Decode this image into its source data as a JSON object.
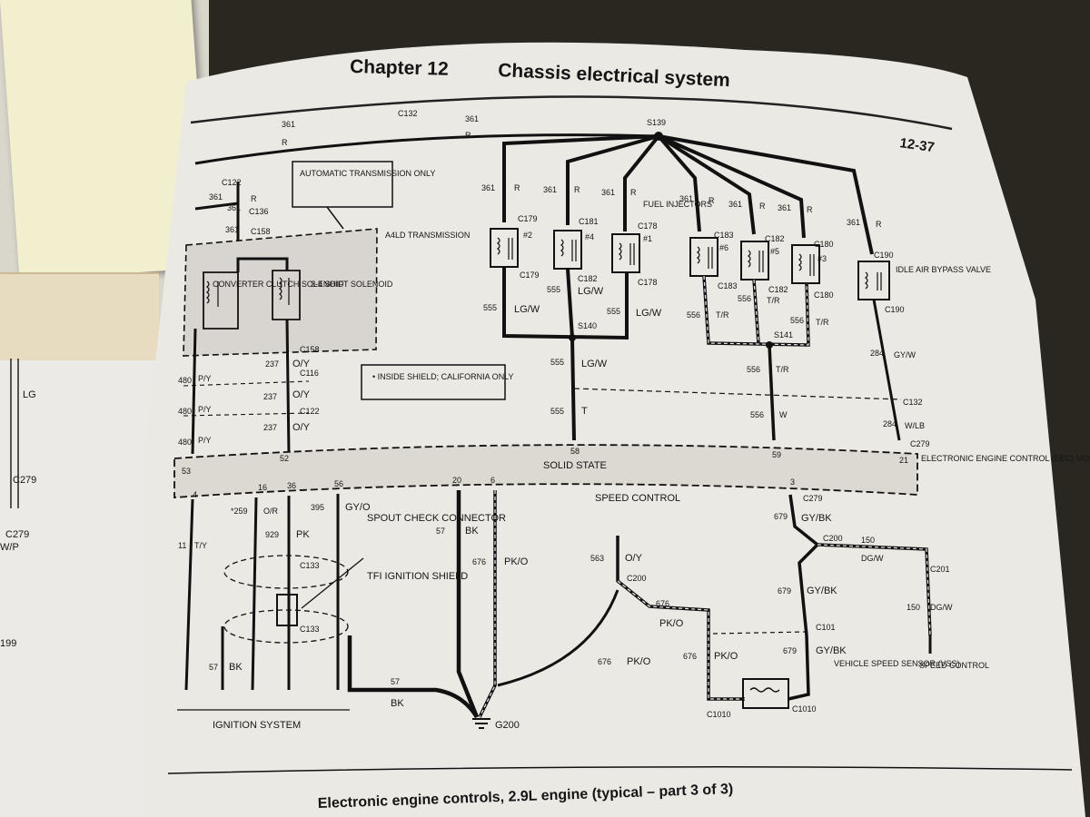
{
  "header": {
    "chapter": "Chapter 12",
    "title": "Chassis electrical system",
    "page_number": "12-37"
  },
  "caption": "Electronic engine controls, 2.9L engine (typical – part 3 of 3)",
  "side_page": {
    "labels": [
      "LG",
      "C279",
      "C279",
      "W/P",
      "199"
    ]
  },
  "notes": {
    "auto_trans": "AUTOMATIC TRANSMISSION ONLY",
    "inside_shield": "INSIDE SHIELD; CALIFORNIA ONLY"
  },
  "blocks": {
    "a4ld": "A4LD TRANSMISSION",
    "converter": "CONVERTER CLUTCH SOLENOID",
    "shift": "3-4 SHIFT SOLENOID",
    "fuel_injectors": "FUEL INJECTORS",
    "idle_air": "IDLE AIR BYPASS VALVE",
    "eec": "ELECTRONIC ENGINE CONTROL (EEC) MODULE",
    "solid_state": "SOLID STATE",
    "speed_control_top": "SPEED CONTROL",
    "speed_control_bottom": "SPEED CONTROL",
    "spout": "SPOUT CHECK CONNECTOR",
    "tfi": "TFI IGNITION SHIELD",
    "vss": "VEHICLE SPEED SENSOR (VSS)",
    "ignition": "IGNITION SYSTEM",
    "ground": "G200"
  },
  "connectors": {
    "c132_top": "C132",
    "s139": "S139",
    "c122_top": "C122",
    "c136": "C136",
    "c158_top": "C158",
    "c179": "C179",
    "c181": "C181",
    "c178": "C178",
    "c183": "C183",
    "c182": "C182",
    "c180": "C180",
    "c190": "C190",
    "c179b": "C179",
    "c182b": "C182",
    "c178b": "C178",
    "c183b": "C183",
    "c182c": "C182",
    "c180b": "C180",
    "c190b": "C190",
    "s140": "S140",
    "s141": "S141",
    "c158": "C158",
    "c116": "C116",
    "c122": "C122",
    "c132_right": "C132",
    "c279_right": "C279",
    "c133a": "C133",
    "c133b": "C133",
    "c279_mid": "C279",
    "c200a": "C200",
    "c200b": "C200",
    "c201": "C201",
    "c101": "C101",
    "c1010a": "C1010",
    "c1010b": "C1010"
  },
  "injectors": [
    "#2",
    "#4",
    "#1",
    "#6",
    "#5",
    "#3"
  ],
  "wires": {
    "w361": "361",
    "r": "R",
    "w555": "555",
    "lgw": "LG/W",
    "t": "T",
    "w556": "556",
    "tr": "T/R",
    "w": "W",
    "w284": "284",
    "gyw": "GY/W",
    "wlb": "W/LB",
    "w480": "480",
    "py": "P/Y",
    "w237": "237",
    "oy": "O/Y",
    "w11": "11",
    "ty": "T/Y",
    "w259": "*259",
    "or": "O/R",
    "w929": "929",
    "pk": "PK",
    "w395": "395",
    "gyo": "GY/O",
    "w57": "57",
    "bk": "BK",
    "w676": "676",
    "pko": "PK/O",
    "w563": "563",
    "w679": "679",
    "gybk": "GY/BK",
    "w150": "150",
    "dgw": "DG/W"
  },
  "pins": [
    "53",
    "4",
    "16",
    "36",
    "56",
    "52",
    "20",
    "6",
    "58",
    "3",
    "59",
    "21"
  ]
}
